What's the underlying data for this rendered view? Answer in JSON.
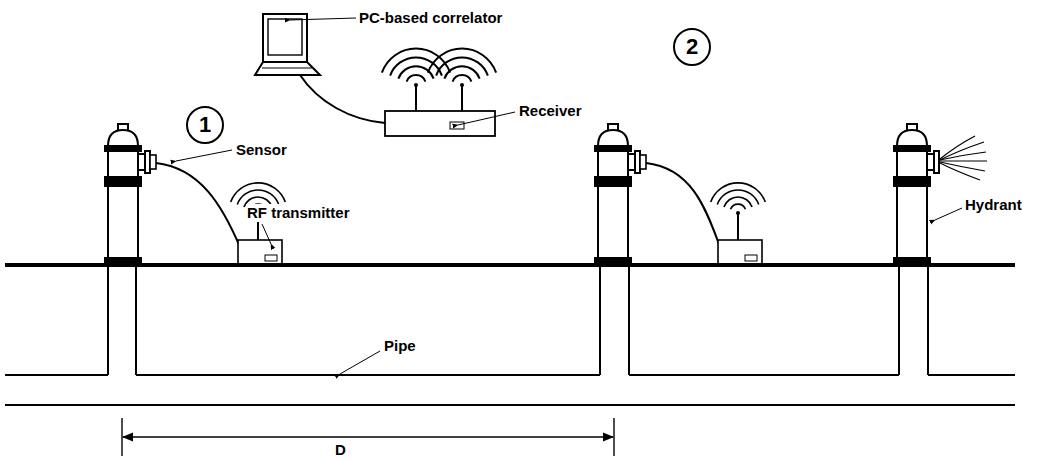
{
  "diagram": {
    "nodes": [
      {
        "text": [
          "1"
        ]
      },
      {
        "text": [
          "2"
        ]
      }
    ],
    "labels": [
      "PC-based correlator",
      "Receiver",
      "Sensor",
      "RF transmitter",
      "Pipe",
      "Hydrant",
      "D"
    ]
  }
}
